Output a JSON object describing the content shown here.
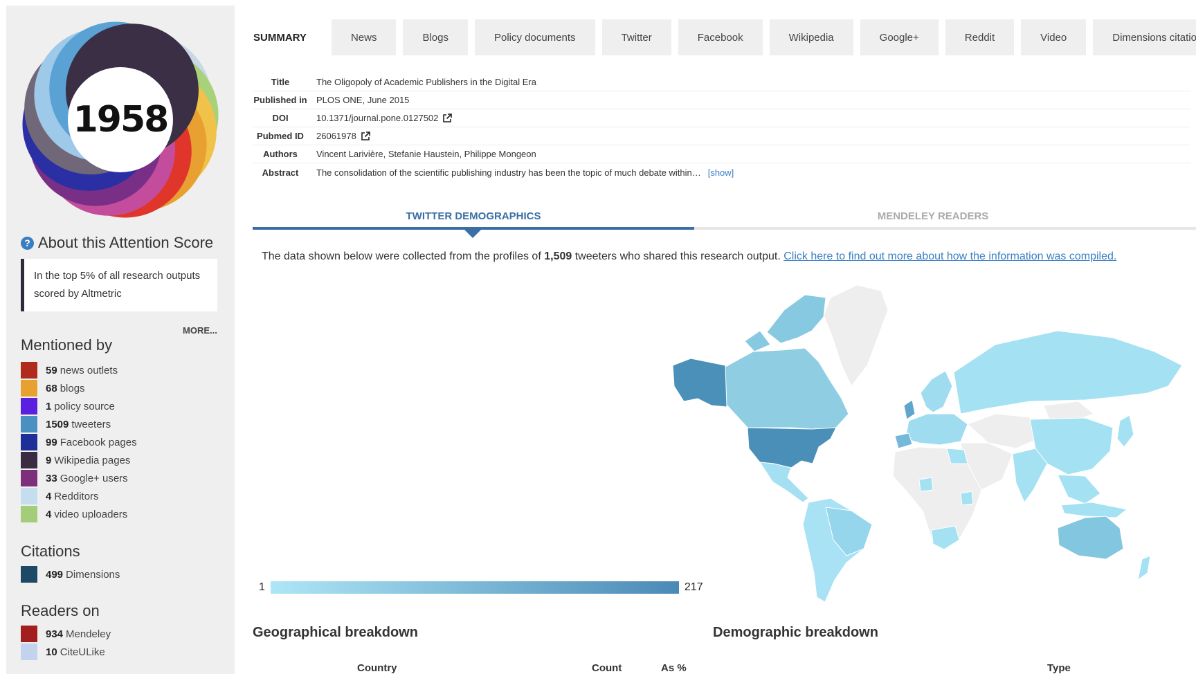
{
  "score": {
    "value": "1958"
  },
  "donut_colors": [
    "#c9d7e8",
    "#a7d27a",
    "#f1c24a",
    "#e8a030",
    "#e0352a",
    "#c34d9c",
    "#7a2f86",
    "#2b2fa4",
    "#706878",
    "#9ec9e8",
    "#5aa2d4",
    "#3a2f45"
  ],
  "about": {
    "title": "About this Attention Score",
    "text": "In the top 5% of all research outputs scored by Altmetric",
    "more": "MORE..."
  },
  "mentioned_by": {
    "title": "Mentioned by",
    "items": [
      {
        "count": "59",
        "label": "news outlets",
        "color": "#b02a1e"
      },
      {
        "count": "68",
        "label": "blogs",
        "color": "#e8a030"
      },
      {
        "count": "1",
        "label": "policy source",
        "color": "#5b1fe0"
      },
      {
        "count": "1509",
        "label": "tweeters",
        "color": "#4a90c0"
      },
      {
        "count": "99",
        "label": "Facebook pages",
        "color": "#1f2f9a"
      },
      {
        "count": "9",
        "label": "Wikipedia pages",
        "color": "#392b41"
      },
      {
        "count": "33",
        "label": "Google+ users",
        "color": "#7e2f7a"
      },
      {
        "count": "4",
        "label": "Redditors",
        "color": "#c4deef"
      },
      {
        "count": "4",
        "label": "video uploaders",
        "color": "#a4cd7a"
      }
    ]
  },
  "citations": {
    "title": "Citations",
    "items": [
      {
        "count": "499",
        "label": "Dimensions",
        "color": "#1d4967"
      }
    ]
  },
  "readers": {
    "title": "Readers on",
    "items": [
      {
        "count": "934",
        "label": "Mendeley",
        "color": "#a31e1e"
      },
      {
        "count": "10",
        "label": "CiteULike",
        "color": "#c3d3ee"
      }
    ]
  },
  "tabs": [
    "SUMMARY",
    "News",
    "Blogs",
    "Policy documents",
    "Twitter",
    "Facebook",
    "Wikipedia",
    "Google+",
    "Reddit",
    "Video",
    "Dimensions citation"
  ],
  "meta": {
    "title_label": "Title",
    "title_value": "The Oligopoly of Academic Publishers in the Digital Era",
    "published_label": "Published in",
    "published_value": "PLOS ONE, June 2015",
    "doi_label": "DOI",
    "doi_value": "10.1371/journal.pone.0127502",
    "pubmed_label": "Pubmed ID",
    "pubmed_value": "26061978",
    "authors_label": "Authors",
    "authors_value": "Vincent Larivière, Stefanie Haustein, Philippe Mongeon",
    "abstract_label": "Abstract",
    "abstract_value": "The consolidation of the scientific publishing industry has been the topic of much debate within…",
    "abstract_show": "[show]"
  },
  "subtabs": {
    "twitter": "TWITTER DEMOGRAPHICS",
    "mendeley": "MENDELEY READERS"
  },
  "info": {
    "prefix": "The data shown below were collected from the profiles of ",
    "count": "1,509",
    "suffix": " tweeters who shared this research output. ",
    "link": "Click here to find out more about how the information was compiled."
  },
  "scale": {
    "min": "1",
    "max": "217",
    "color_low": "#aee6f7",
    "color_high": "#4b8ab6"
  },
  "breakdown": {
    "geo_title": "Geographical breakdown",
    "demo_title": "Demographic breakdown",
    "col_country": "Country",
    "col_count": "Count",
    "col_percent": "As %",
    "col_type": "Type"
  }
}
